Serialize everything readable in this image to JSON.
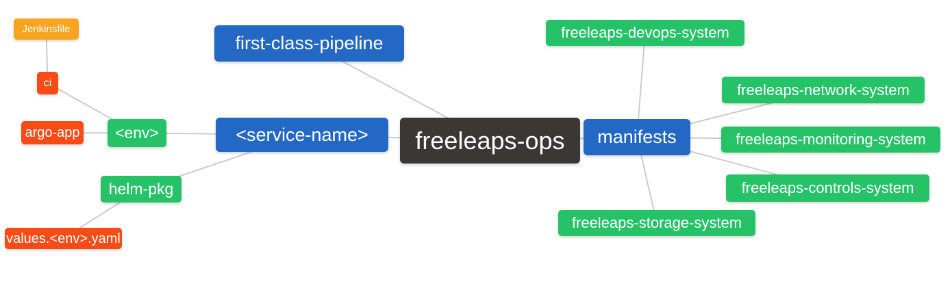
{
  "diagram": {
    "type": "mindmap",
    "root_label": "freeleaps-ops"
  },
  "colors": {
    "root_bg": "#3b3735",
    "primary_bg": "#2368c4",
    "success_bg": "#25c268",
    "danger_bg": "#f84b16",
    "warning_bg": "#f8a41f",
    "edge": "#cccccc",
    "text": "#ffffff",
    "background": "#ffffff"
  },
  "nodes": {
    "freeleaps_ops": {
      "label": "freeleaps-ops",
      "role": "root"
    },
    "first_class_pipeline": {
      "label": "first-class-pipeline",
      "role": "primary"
    },
    "service_name": {
      "label": "<service-name>",
      "role": "primary"
    },
    "manifests": {
      "label": "manifests",
      "role": "primary"
    },
    "env": {
      "label": "<env>",
      "role": "success"
    },
    "helm_pkg": {
      "label": "helm-pkg",
      "role": "success"
    },
    "ci": {
      "label": "ci",
      "role": "danger"
    },
    "argo_app": {
      "label": "argo-app",
      "role": "danger"
    },
    "jenkinsfile": {
      "label": "Jenkinsfile",
      "role": "warning"
    },
    "values_env_yaml": {
      "label": "values.<env>.yaml",
      "role": "danger"
    },
    "devops_system": {
      "label": "freeleaps-devops-system",
      "role": "success"
    },
    "network_system": {
      "label": "freeleaps-network-system",
      "role": "success"
    },
    "monitoring_system": {
      "label": "freeleaps-monitoring-system",
      "role": "success"
    },
    "controls_system": {
      "label": "freeleaps-controls-system",
      "role": "success"
    },
    "storage_system": {
      "label": "freeleaps-storage-system",
      "role": "success"
    }
  },
  "edges": [
    {
      "from": "jenkinsfile",
      "to": "ci"
    },
    {
      "from": "ci",
      "to": "env"
    },
    {
      "from": "argo_app",
      "to": "env"
    },
    {
      "from": "env",
      "to": "service_name"
    },
    {
      "from": "helm_pkg",
      "to": "service_name"
    },
    {
      "from": "values_env_yaml",
      "to": "helm_pkg"
    },
    {
      "from": "service_name",
      "to": "freeleaps_ops"
    },
    {
      "from": "first_class_pipeline",
      "to": "freeleaps_ops"
    },
    {
      "from": "freeleaps_ops",
      "to": "manifests"
    },
    {
      "from": "manifests",
      "to": "devops_system"
    },
    {
      "from": "manifests",
      "to": "network_system"
    },
    {
      "from": "manifests",
      "to": "monitoring_system"
    },
    {
      "from": "manifests",
      "to": "controls_system"
    },
    {
      "from": "manifests",
      "to": "storage_system"
    }
  ]
}
